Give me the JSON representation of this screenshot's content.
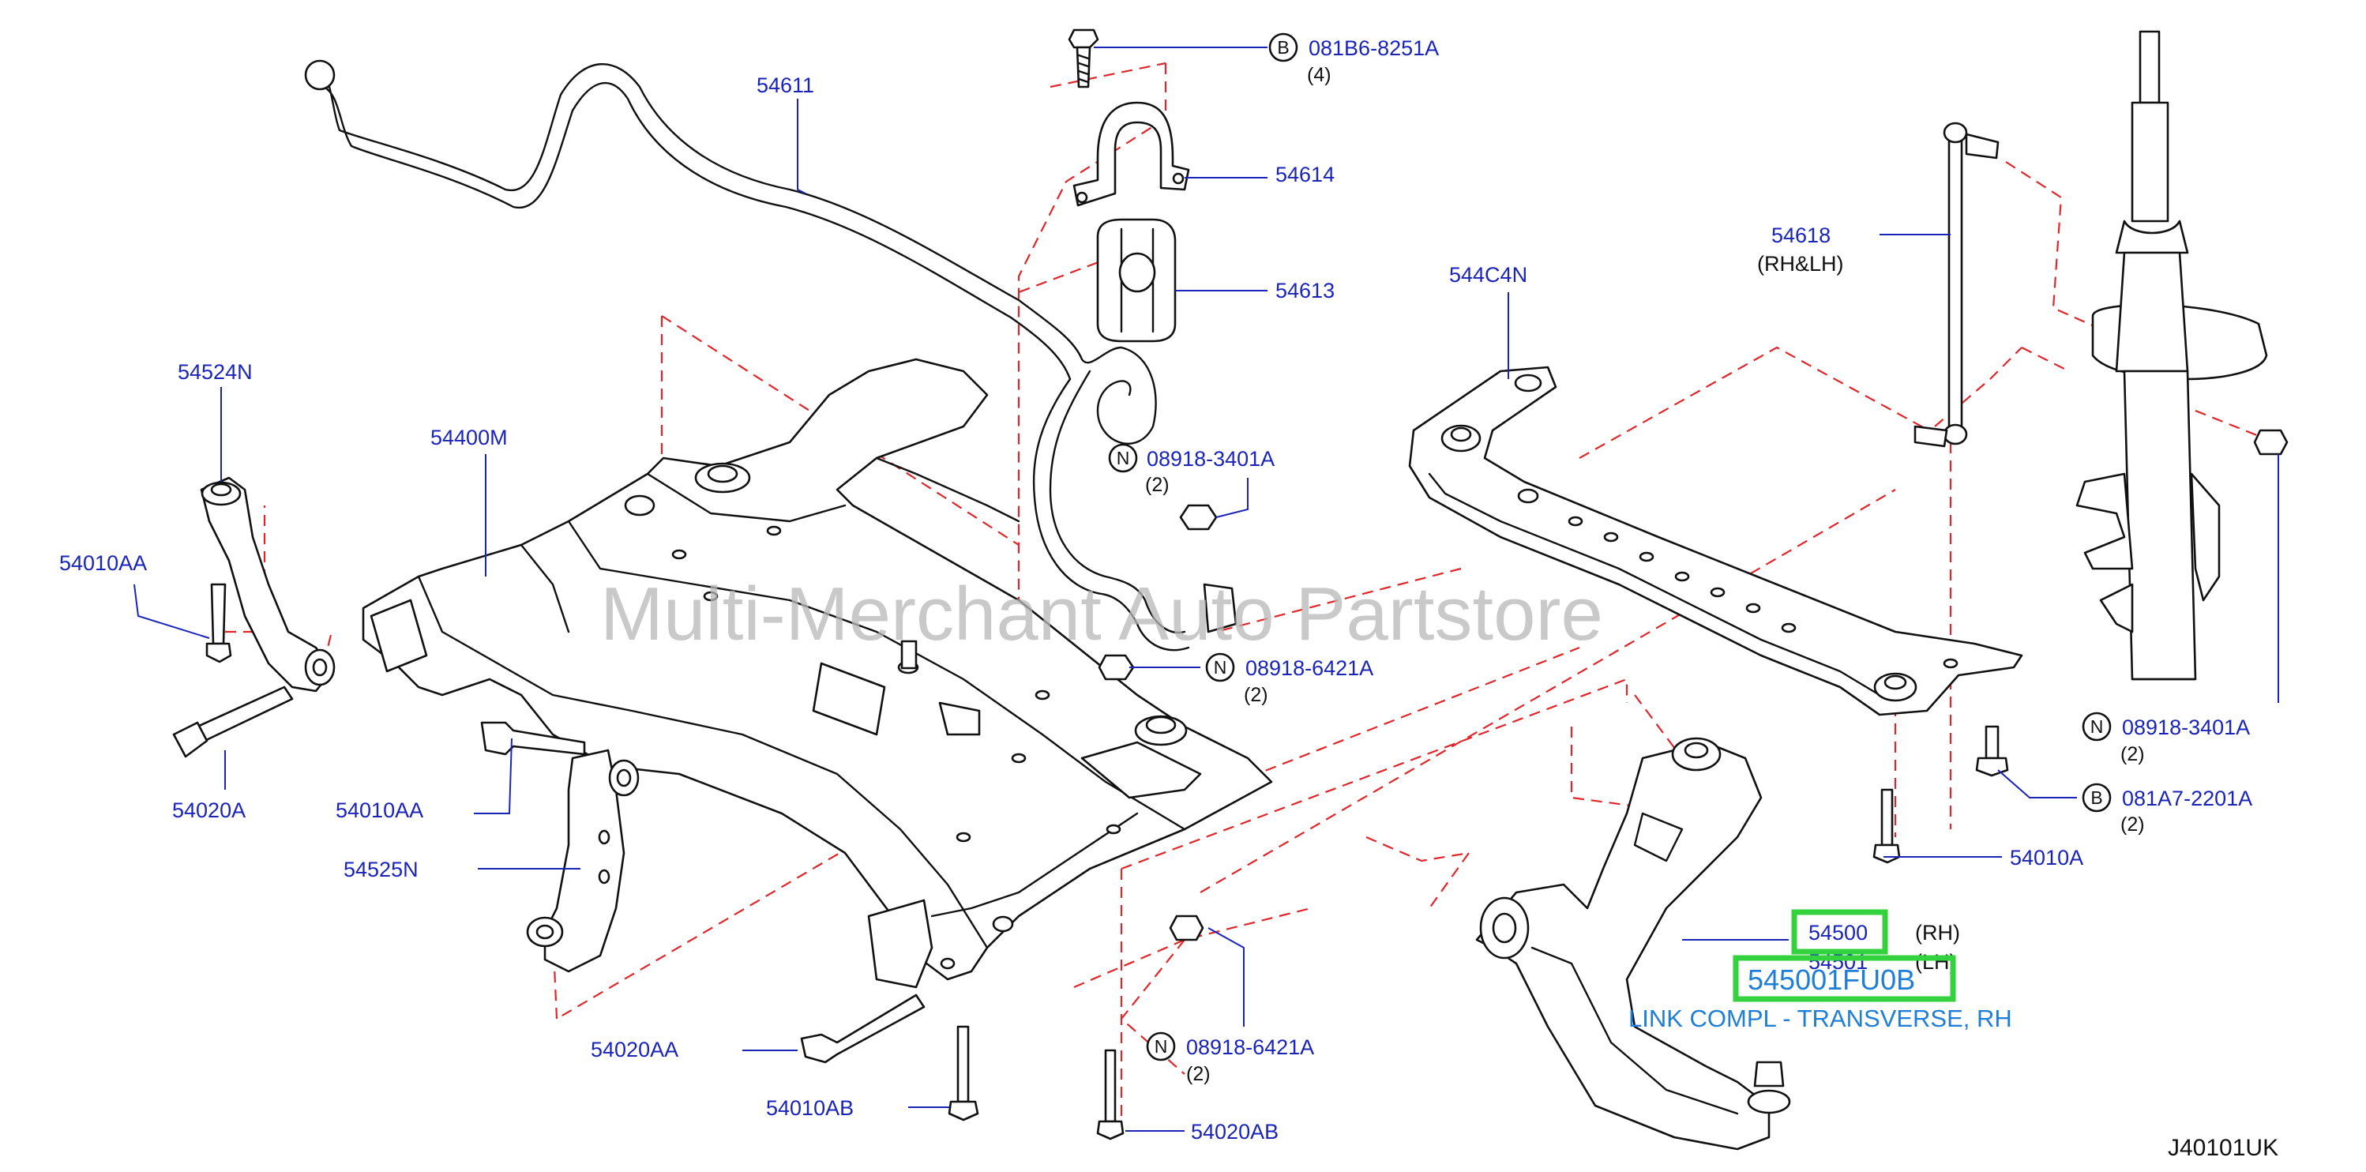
{
  "callouts": {
    "p54611": "54611",
    "p54614": "54614",
    "p54613": "54613",
    "p54524N": "54524N",
    "p54400M": "54400M",
    "p54010AA_left": "54010AA",
    "p54020A": "54020A",
    "p54010AA_mid": "54010AA",
    "p54525N": "54525N",
    "p54020AA": "54020AA",
    "p54010AB": "54010AB",
    "p54020AB": "54020AB",
    "p544C4N": "544C4N",
    "p54618": "54618",
    "p54618_note": "(RH&LH)",
    "p54010A": "54010A",
    "p54500": "54500",
    "p54500_note": "(RH)",
    "p54501": "54501",
    "p54501_note": "(LH)"
  },
  "fasteners": {
    "f1": {
      "symbol": "B",
      "part": "081B6-8251A",
      "qty": "(4)"
    },
    "f2": {
      "symbol": "N",
      "part": "08918-3401A",
      "qty": "(2)"
    },
    "f3": {
      "symbol": "N",
      "part": "08918-6421A",
      "qty": "(2)"
    },
    "f4": {
      "symbol": "N",
      "part": "08918-6421A",
      "qty": "(2)"
    },
    "f5": {
      "symbol": "N",
      "part": "08918-3401A",
      "qty": "(2)"
    },
    "f6": {
      "symbol": "B",
      "part": "081A7-2201A",
      "qty": "(2)"
    }
  },
  "highlight": {
    "part_number": "545001FU0B",
    "description": "LINK COMPL - TRANSVERSE, RH",
    "color": "#34d23e",
    "text_color": "#1f7fd6"
  },
  "watermark": "Multi-Merchant Auto Partstore",
  "diagram_code": "J40101UK",
  "colors": {
    "callout": "#1a24b8",
    "assembly_lines": "#e0262a",
    "linework": "#111111"
  }
}
